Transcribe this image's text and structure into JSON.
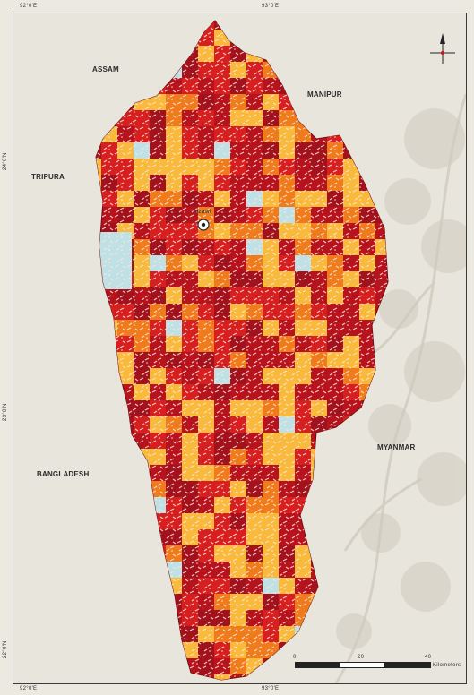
{
  "map": {
    "neighbors": {
      "assam": "ASSAM",
      "manipur": "MANIPUR",
      "tripura": "TRIPURA",
      "bangladesh": "BANGLADESH",
      "myanmar": "MYANMAR"
    },
    "capital": "Aizawl",
    "ticks": {
      "top_left": "92°0'E",
      "top_mid": "93°0'E",
      "bottom_left": "92°0'E",
      "bottom_mid": "93°0'E",
      "left_top": "24°0'N",
      "left_mid": "23°0'N",
      "left_bottom": "22°0'N"
    },
    "scale_bar": {
      "labels": [
        "0",
        "20",
        "40"
      ],
      "unit": "Kilometers"
    },
    "colors": {
      "very_high": "#a3121c",
      "high": "#d81f1f",
      "moderate": "#f07b1a",
      "low": "#f9b93a",
      "very_low": "#bfe0e4",
      "background": "#e8e5dc"
    }
  }
}
